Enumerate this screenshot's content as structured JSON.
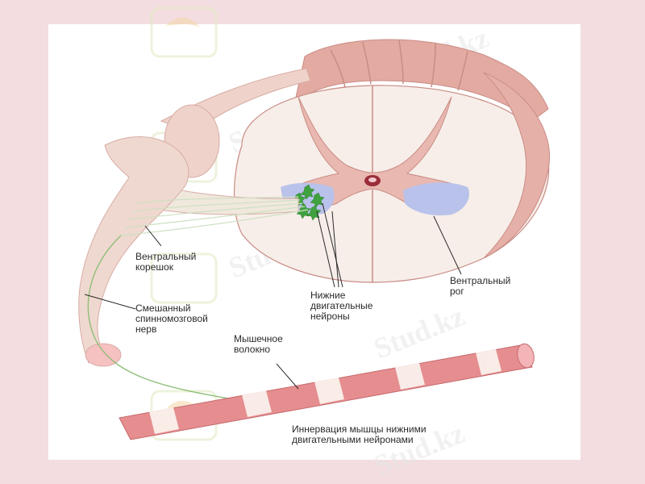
{
  "labels": {
    "ventral_root": "Вентральный\nкорешок",
    "mixed_nerve": "Смешанный\nспинномозговой\nнерв",
    "lower_motor_neurons": "Нижние\nдвигательные\nнейроны",
    "ventral_horn": "Вентральный\nрог",
    "muscle_fiber": "Мышечное\nволокно",
    "innervation": "Иннервация мышцы нижними\nдвигательными нейронами"
  },
  "watermark": {
    "text": "Stud.kz"
  },
  "colors": {
    "background": "#f3dde0",
    "panel": "#ffffff",
    "cord_outer": "#e9b8b0",
    "cord_dark": "#d49a92",
    "white_matter": "#f7eee9",
    "gray_horn": "#b9c2ea",
    "neuron": "#3fa23f",
    "nerve_fiber": "#f3f3e4",
    "muscle": "#e58d8f",
    "muscle_band": "#fbf1ec"
  }
}
